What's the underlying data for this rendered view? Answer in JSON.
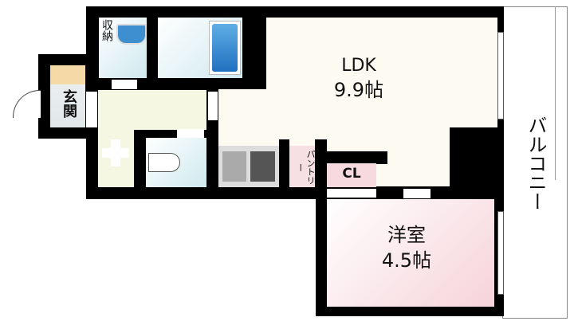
{
  "rooms": {
    "ldk": {
      "name": "LDK",
      "size": "9.9帖"
    },
    "western": {
      "name": "洋室",
      "size": "4.5帖"
    },
    "closet": "CL",
    "pantry": "パントリー",
    "storage": "収納",
    "entrance": "玄関",
    "balcony": "バルコニー"
  },
  "colors": {
    "wall": "#000000",
    "wet": "#dff0f3",
    "hall": "#f7f8e4",
    "ldk": "#fdfbf1",
    "western": "#f8dbe0",
    "entrance_tile": "#f5d9a6"
  }
}
